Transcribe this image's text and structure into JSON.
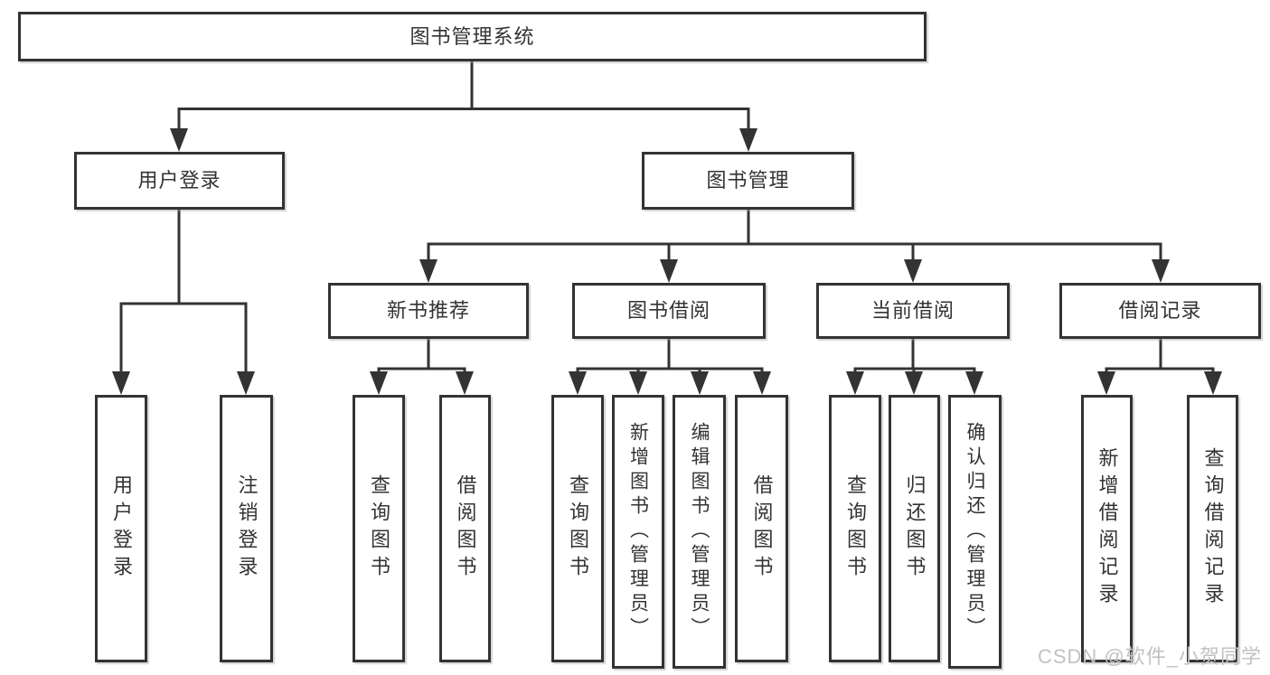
{
  "diagram_title": "图书管理系统",
  "colors": {
    "line": "#333333",
    "text": "#333333",
    "box_background": "#ffffff",
    "watermark": "#c2c2c2"
  },
  "root": {
    "label": "图书管理系统"
  },
  "level2": [
    {
      "label": "用户登录"
    },
    {
      "label": "图书管理"
    }
  ],
  "level3": [
    {
      "label": "新书推荐",
      "parent": "图书管理"
    },
    {
      "label": "图书借阅",
      "parent": "图书管理"
    },
    {
      "label": "当前借阅",
      "parent": "图书管理"
    },
    {
      "label": "借阅记录",
      "parent": "图书管理"
    }
  ],
  "leaves": [
    {
      "label": "用户登录",
      "parent": "用户登录"
    },
    {
      "label": "注销登录",
      "parent": "用户登录"
    },
    {
      "label": "查询图书",
      "parent": "新书推荐"
    },
    {
      "label": "借阅图书",
      "parent": "新书推荐"
    },
    {
      "label": "查询图书",
      "parent": "图书借阅"
    },
    {
      "label": "新增图书（管理员）",
      "parent": "图书借阅"
    },
    {
      "label": "编辑图书（管理员）",
      "parent": "图书借阅"
    },
    {
      "label": "借阅图书",
      "parent": "图书借阅"
    },
    {
      "label": "查询图书",
      "parent": "当前借阅"
    },
    {
      "label": "归还图书",
      "parent": "当前借阅"
    },
    {
      "label": "确认归还（管理员）",
      "parent": "当前借阅"
    },
    {
      "label": "新增借阅记录",
      "parent": "借阅记录"
    },
    {
      "label": "查询借阅记录",
      "parent": "借阅记录"
    }
  ],
  "watermark": "CSDN @软件_小贺同学"
}
